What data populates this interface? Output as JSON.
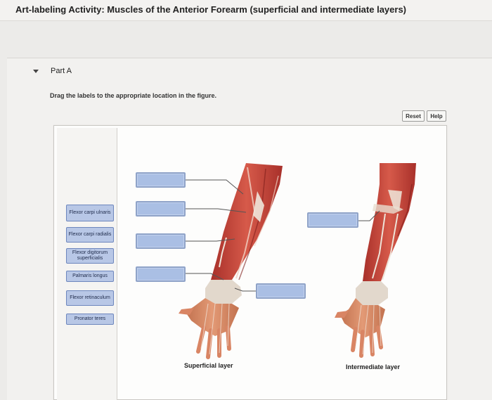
{
  "page": {
    "title": "Art-labeling Activity: Muscles of the Anterior Forearm (superficial and intermediate layers)"
  },
  "part": {
    "label": "Part A"
  },
  "instruction": "Drag the labels to the appropriate location in the figure.",
  "toolbar": {
    "reset_label": "Reset",
    "help_label": "Help"
  },
  "labels": [
    "Flexor carpi ulnaris",
    "Flexor carpi radialis",
    "Flexor digitorum superficialis",
    "Palmaris longus",
    "Flexor retinaculum",
    "Pronator teres"
  ],
  "figures": {
    "left_caption": "Superficial layer",
    "right_caption": "Intermediate layer"
  },
  "colors": {
    "label_fill": "#b8c7e6",
    "target_fill": "#aabfe4",
    "muscle": "#c9443a",
    "tendon": "#e8e0d6"
  }
}
